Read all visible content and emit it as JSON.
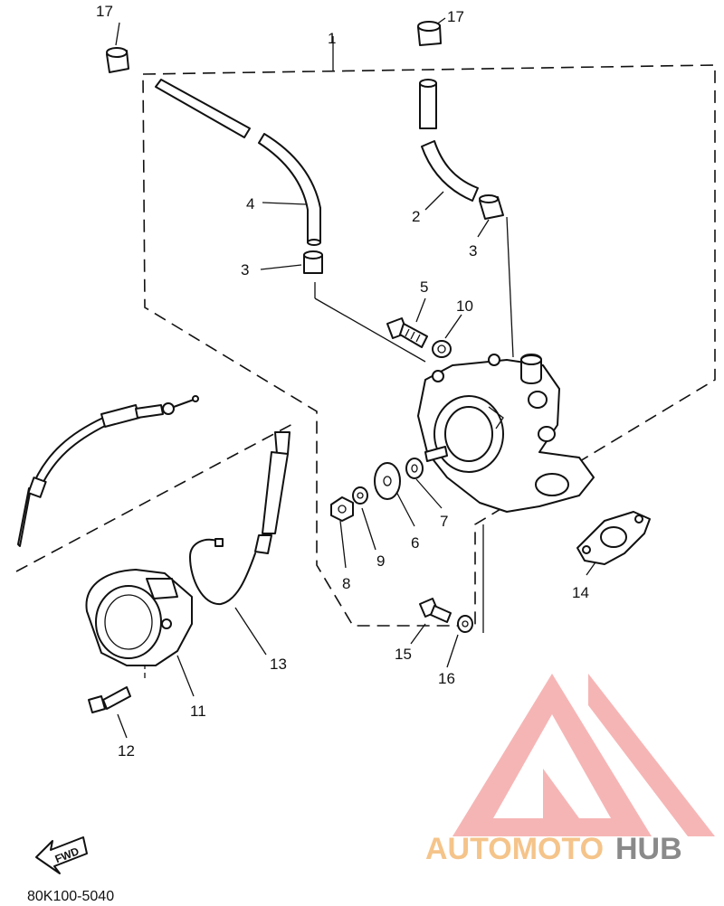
{
  "labels": {
    "l1": "1",
    "l2": "2",
    "l3a": "3",
    "l3b": "3",
    "l4": "4",
    "l5": "5",
    "l6": "6",
    "l7": "7",
    "l8": "8",
    "l9": "9",
    "l10": "10",
    "l11": "11",
    "l12": "12",
    "l13": "13",
    "l14": "14",
    "l15": "15",
    "l16": "16",
    "l17a": "17",
    "l17b": "17"
  },
  "fwd_label": "FWD",
  "diagram_code": "80K100-5040",
  "watermark": {
    "part1": "AUTOMOTO",
    "part2": "HUB",
    "logo_color": "#f07a7a"
  }
}
